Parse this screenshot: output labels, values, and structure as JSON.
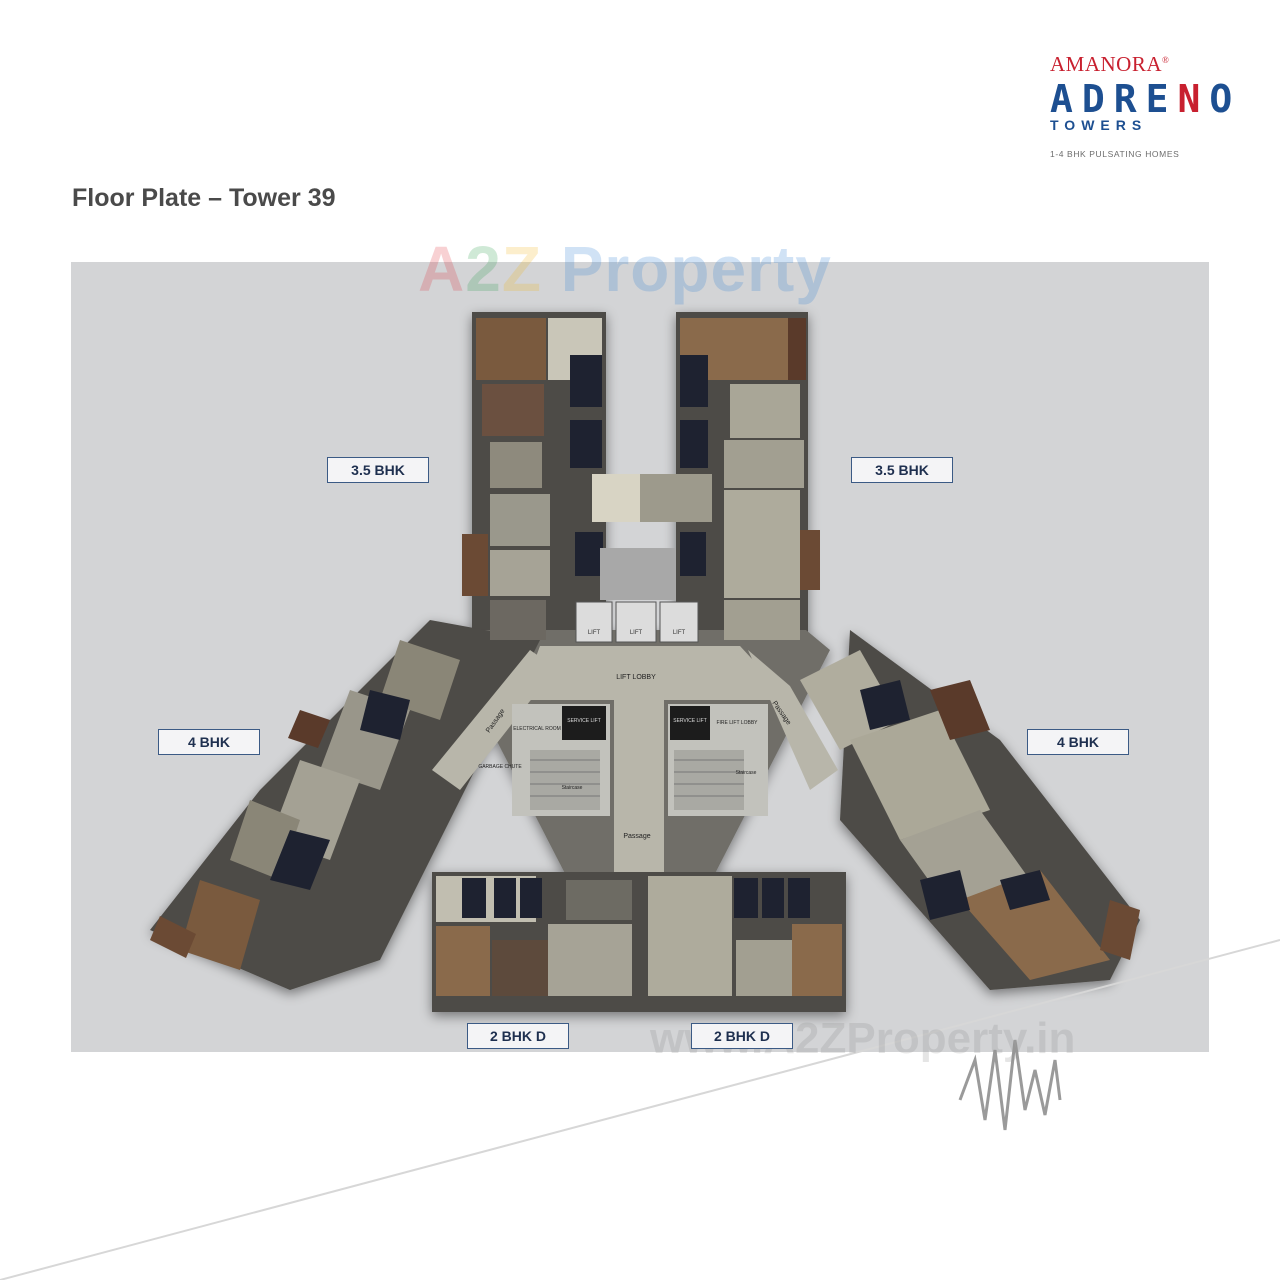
{
  "brand": {
    "name_top": "AMANORA",
    "registered": "®",
    "name_main_a": "ADRE",
    "name_main_b": "N",
    "name_main_c": "O",
    "name_sub": "TOWERS",
    "tagline": "1-4 BHK PULSATING HOMES",
    "colors": {
      "red": "#c8202f",
      "blue": "#1d4f91"
    }
  },
  "title": "Floor Plate – Tower 39",
  "watermark": {
    "top_a": "A",
    "top_b": "2",
    "top_c": "Z ",
    "top_d": "Property",
    "bottom": "www.A2ZProperty.in"
  },
  "units": {
    "top_left": "3.5 BHK",
    "top_right": "3.5 BHK",
    "mid_left": "4 BHK",
    "mid_right": "4 BHK",
    "bottom_left": "2 BHK D",
    "bottom_right": "2 BHK D"
  },
  "core_labels": {
    "lift_lobby": "LIFT LOBBY",
    "lift": "LIFT",
    "passage": "Passage",
    "electrical_room": "ELECTRICAL ROOM",
    "service_lift": "SERVICE LIFT",
    "fire_lift_lobby": "FIRE LIFT LOBBY",
    "garbage_chute": "GARBAGE CHUTE",
    "staircase": "Staircase"
  }
}
